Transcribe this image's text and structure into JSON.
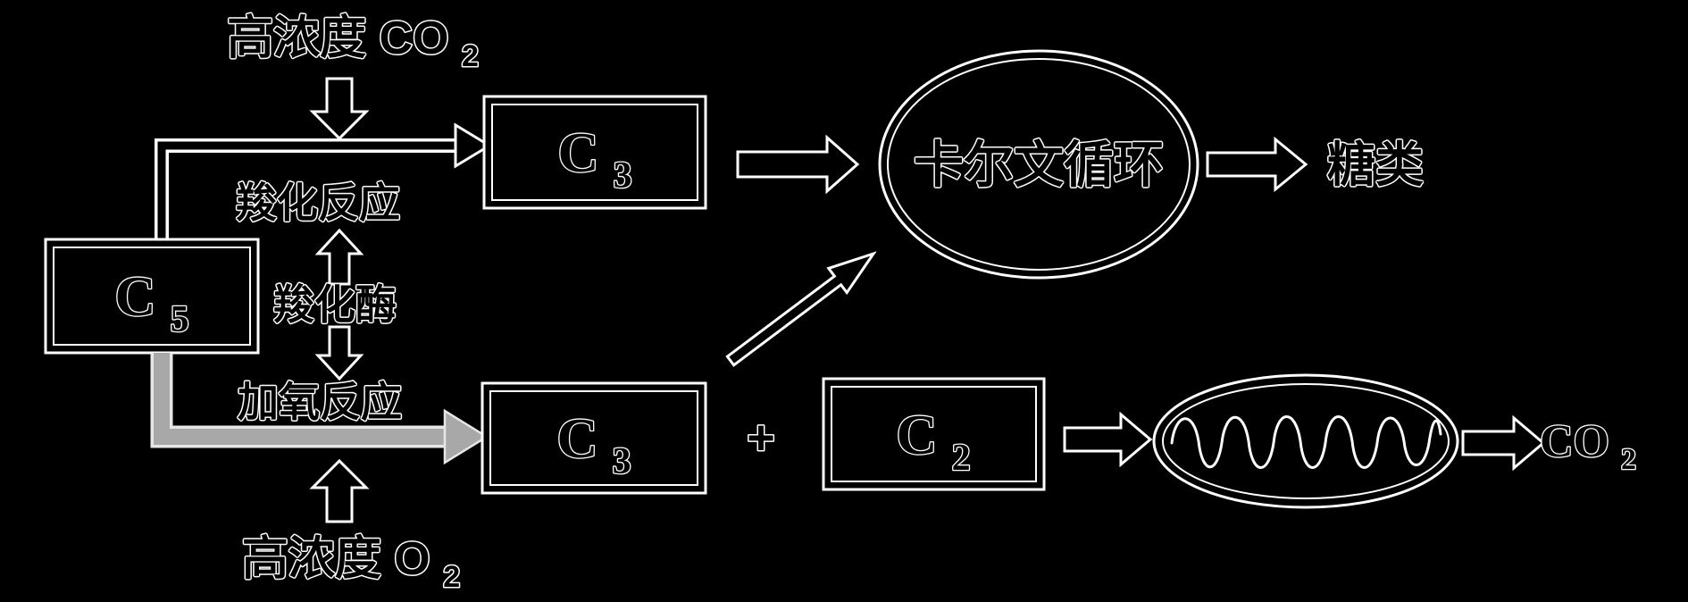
{
  "colors": {
    "background": "#000000",
    "line": "#ffffff",
    "text_fill": "#000000",
    "gray_arrow_fill": "#a8a8a8",
    "gray_arrow_edge": "#e6e6e6"
  },
  "labels": {
    "high_co2": {
      "text": "高浓度 CO",
      "sub": "2"
    },
    "carboxylation": "羧化反应",
    "carboxylase": "羧化酶",
    "oxygenation": "加氧反应",
    "high_o2": {
      "text": "高浓度 O",
      "sub": "2"
    },
    "calvin_cycle": "卡尔文循环",
    "sugars": "糖类",
    "plus_sign": "+",
    "co2_output": {
      "text": "CO",
      "sub": "2"
    }
  },
  "nodes": {
    "c5_box": {
      "letter": "C",
      "sub": "5"
    },
    "c3_top_box": {
      "letter": "C",
      "sub": "3"
    },
    "c3_bottom_box": {
      "letter": "C",
      "sub": "3"
    },
    "c2_box": {
      "letter": "C",
      "sub": "2"
    }
  },
  "icons": {
    "mitochondrion": "mitochondrion-icon",
    "calvin_cycle": "calvin-cycle-ellipse"
  }
}
